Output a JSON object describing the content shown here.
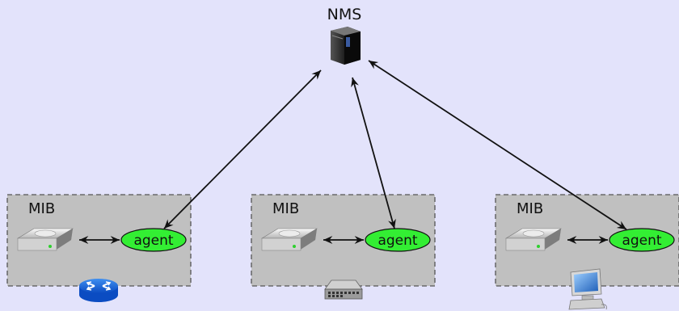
{
  "nms": {
    "label": "NMS",
    "icon": "server-tower-icon"
  },
  "devices": [
    {
      "mib_label": "MIB",
      "agent_label": "agent",
      "device_icon": "router-icon",
      "disk_icon": "hard-drive-icon"
    },
    {
      "mib_label": "MIB",
      "agent_label": "agent",
      "device_icon": "network-switch-icon",
      "disk_icon": "hard-drive-icon"
    },
    {
      "mib_label": "MIB",
      "agent_label": "agent",
      "device_icon": "desktop-computer-icon",
      "disk_icon": "hard-drive-icon"
    }
  ],
  "colors": {
    "background": "#e3e3fb",
    "box_fill": "#c0c0c0",
    "box_border": "#555555",
    "agent_fill": "#33ee33",
    "arrow": "#111111"
  }
}
